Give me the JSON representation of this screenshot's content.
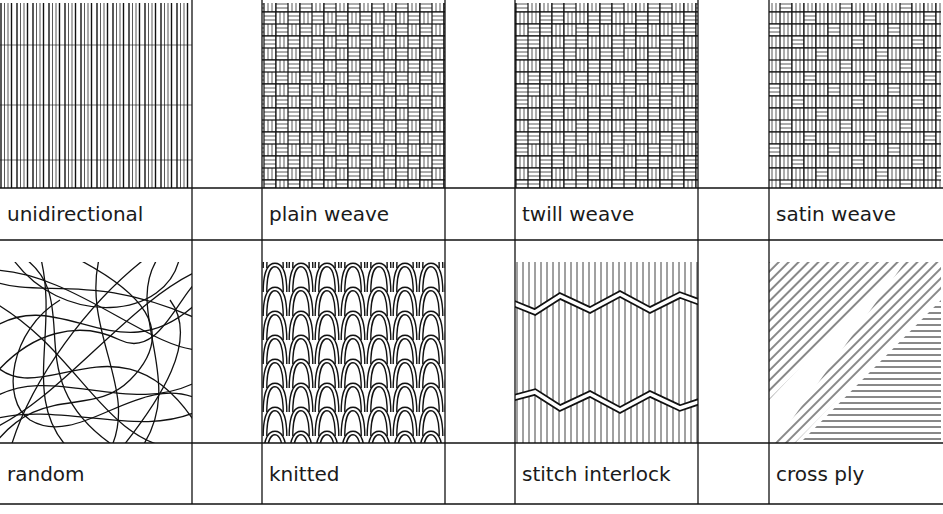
{
  "diagram": {
    "labels": [
      "unidirectional",
      "plain weave",
      "twill weave",
      "satin weave",
      "random",
      "knitted",
      "stitch interlock",
      "cross ply"
    ]
  }
}
